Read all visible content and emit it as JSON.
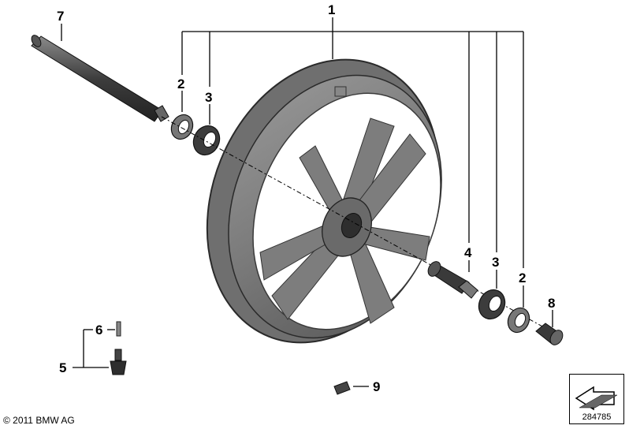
{
  "diagram": {
    "callouts": [
      {
        "id": "1",
        "text": "1"
      },
      {
        "id": "2",
        "text": "2"
      },
      {
        "id": "3",
        "text": "3"
      },
      {
        "id": "4",
        "text": "4"
      },
      {
        "id": "5",
        "text": "5"
      },
      {
        "id": "6",
        "text": "6"
      },
      {
        "id": "7",
        "text": "7"
      },
      {
        "id": "8",
        "text": "8"
      },
      {
        "id": "9",
        "text": "9"
      }
    ],
    "copyright": "© 2011 BMW AG",
    "reference_number": "284785",
    "colors": {
      "metal": "#7c7c7c",
      "metal_dark": "#4a4a4a",
      "metal_light": "#a8a8a8",
      "line": "#000000"
    }
  }
}
